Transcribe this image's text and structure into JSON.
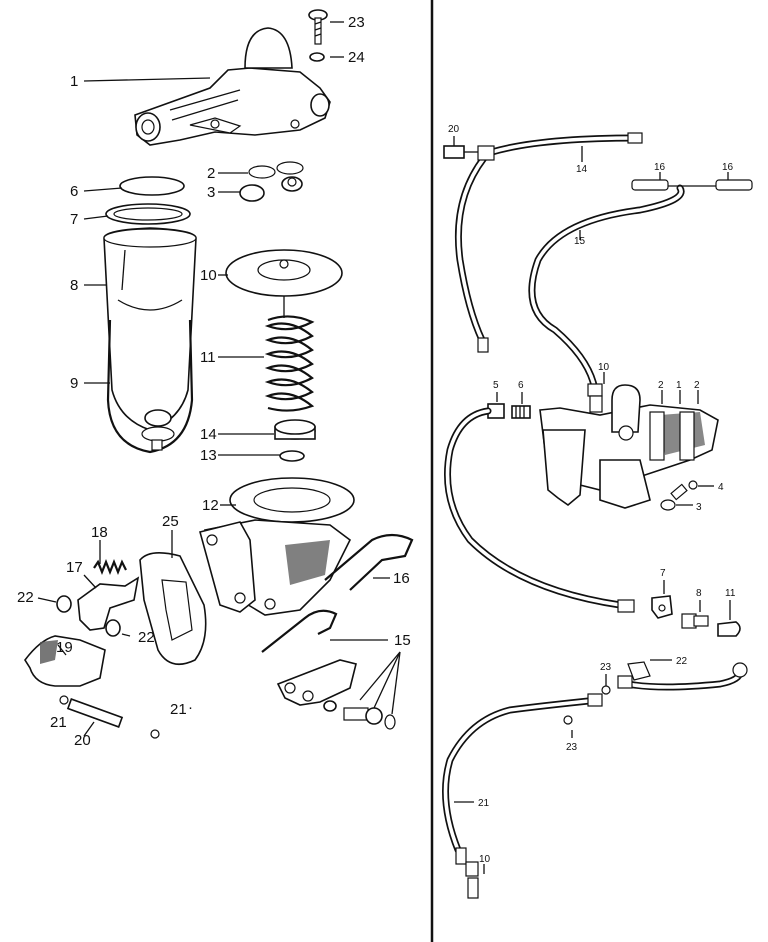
{
  "left_labels": [
    "1",
    "2",
    "3",
    "6",
    "7",
    "8",
    "9",
    "10",
    "11",
    "12",
    "13",
    "14",
    "15",
    "16",
    "17",
    "18",
    "19",
    "20",
    "21",
    "21",
    "22",
    "22",
    "23",
    "24",
    "25"
  ],
  "right_labels": [
    "20",
    "14",
    "16",
    "16",
    "15",
    "10",
    "5",
    "6",
    "2",
    "1",
    "2",
    "4",
    "3",
    "7",
    "8",
    "11",
    "23",
    "22",
    "23",
    "21",
    "10"
  ],
  "left_label_21b_suffix": "·"
}
